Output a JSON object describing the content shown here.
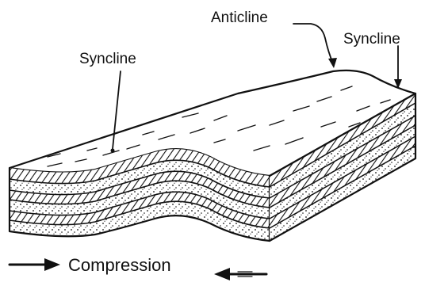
{
  "labels": {
    "syncline_left": "Syncline",
    "anticline": "Anticline",
    "syncline_right": "Syncline",
    "caption": "Compression"
  },
  "colors": {
    "ink": "#111111",
    "paper": "#ffffff"
  }
}
